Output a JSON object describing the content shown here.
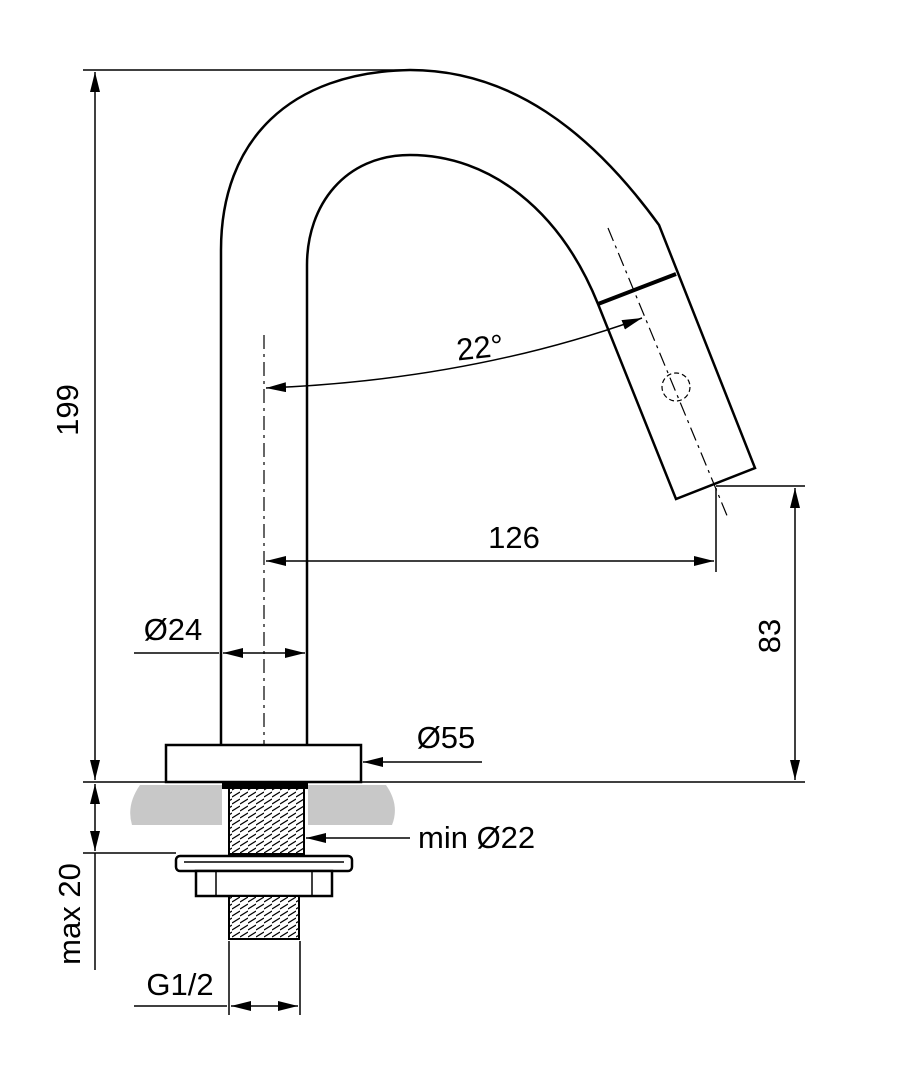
{
  "colors": {
    "line": "#000000",
    "background": "#ffffff",
    "counter": "#c8c8c8"
  },
  "dimensions": {
    "overall_height": "199",
    "spout_angle": "22°",
    "reach": "126",
    "outlet_height": "83",
    "body_diameter": "Ø24",
    "base_diameter": "Ø55",
    "min_hole": "min Ø22",
    "max_thickness": "max 20",
    "thread": "G1/2"
  }
}
